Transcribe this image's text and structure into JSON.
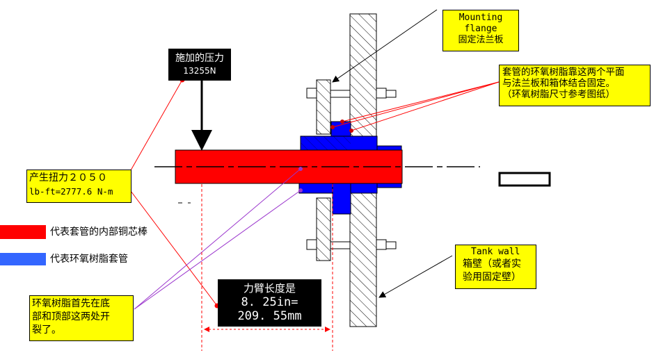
{
  "labels": {
    "mounting_flange_en_1": "Mounting",
    "mounting_flange_en_2": "flange",
    "mounting_flange_cn": "固定法兰板",
    "applied_pressure_title": "施加的压力",
    "applied_pressure_value": "13255N",
    "epoxy_fix_1": "套管的环氧树脂靠这两个平面",
    "epoxy_fix_2": "与法兰板和箱体结合固定。",
    "epoxy_fix_3": "（环氧树脂尺寸参考图纸）",
    "torque_1": "产生扭力２０５０",
    "torque_2": "lb-ft=2777.6 N-m",
    "legend_copper": "代表套管的内部铜芯棒",
    "legend_epoxy": "代表环氧树脂套管",
    "tank_wall_en": "Tank wall",
    "tank_wall_cn_1": "箱壁（或者实",
    "tank_wall_cn_2": "验用固定壁）",
    "crack_1": "环氧树脂首先在底",
    "crack_2": "部和顶部这两处开",
    "crack_3": "裂了。",
    "arm_title": "力臂长度是",
    "arm_value_1": "8. 25in=",
    "arm_value_2": "209. 55mm"
  },
  "colors": {
    "copper_rod": "#ff0000",
    "epoxy_bushing": "#0000ff",
    "legend_epoxy": "#3366ff",
    "callout_bg": "#ffff00",
    "black_box": "#000000",
    "leader_red": "#ff0000",
    "leader_purple": "#9933cc"
  },
  "icons": [
    "arrow-down",
    "leader-arrow",
    "dimension-arrow"
  ]
}
